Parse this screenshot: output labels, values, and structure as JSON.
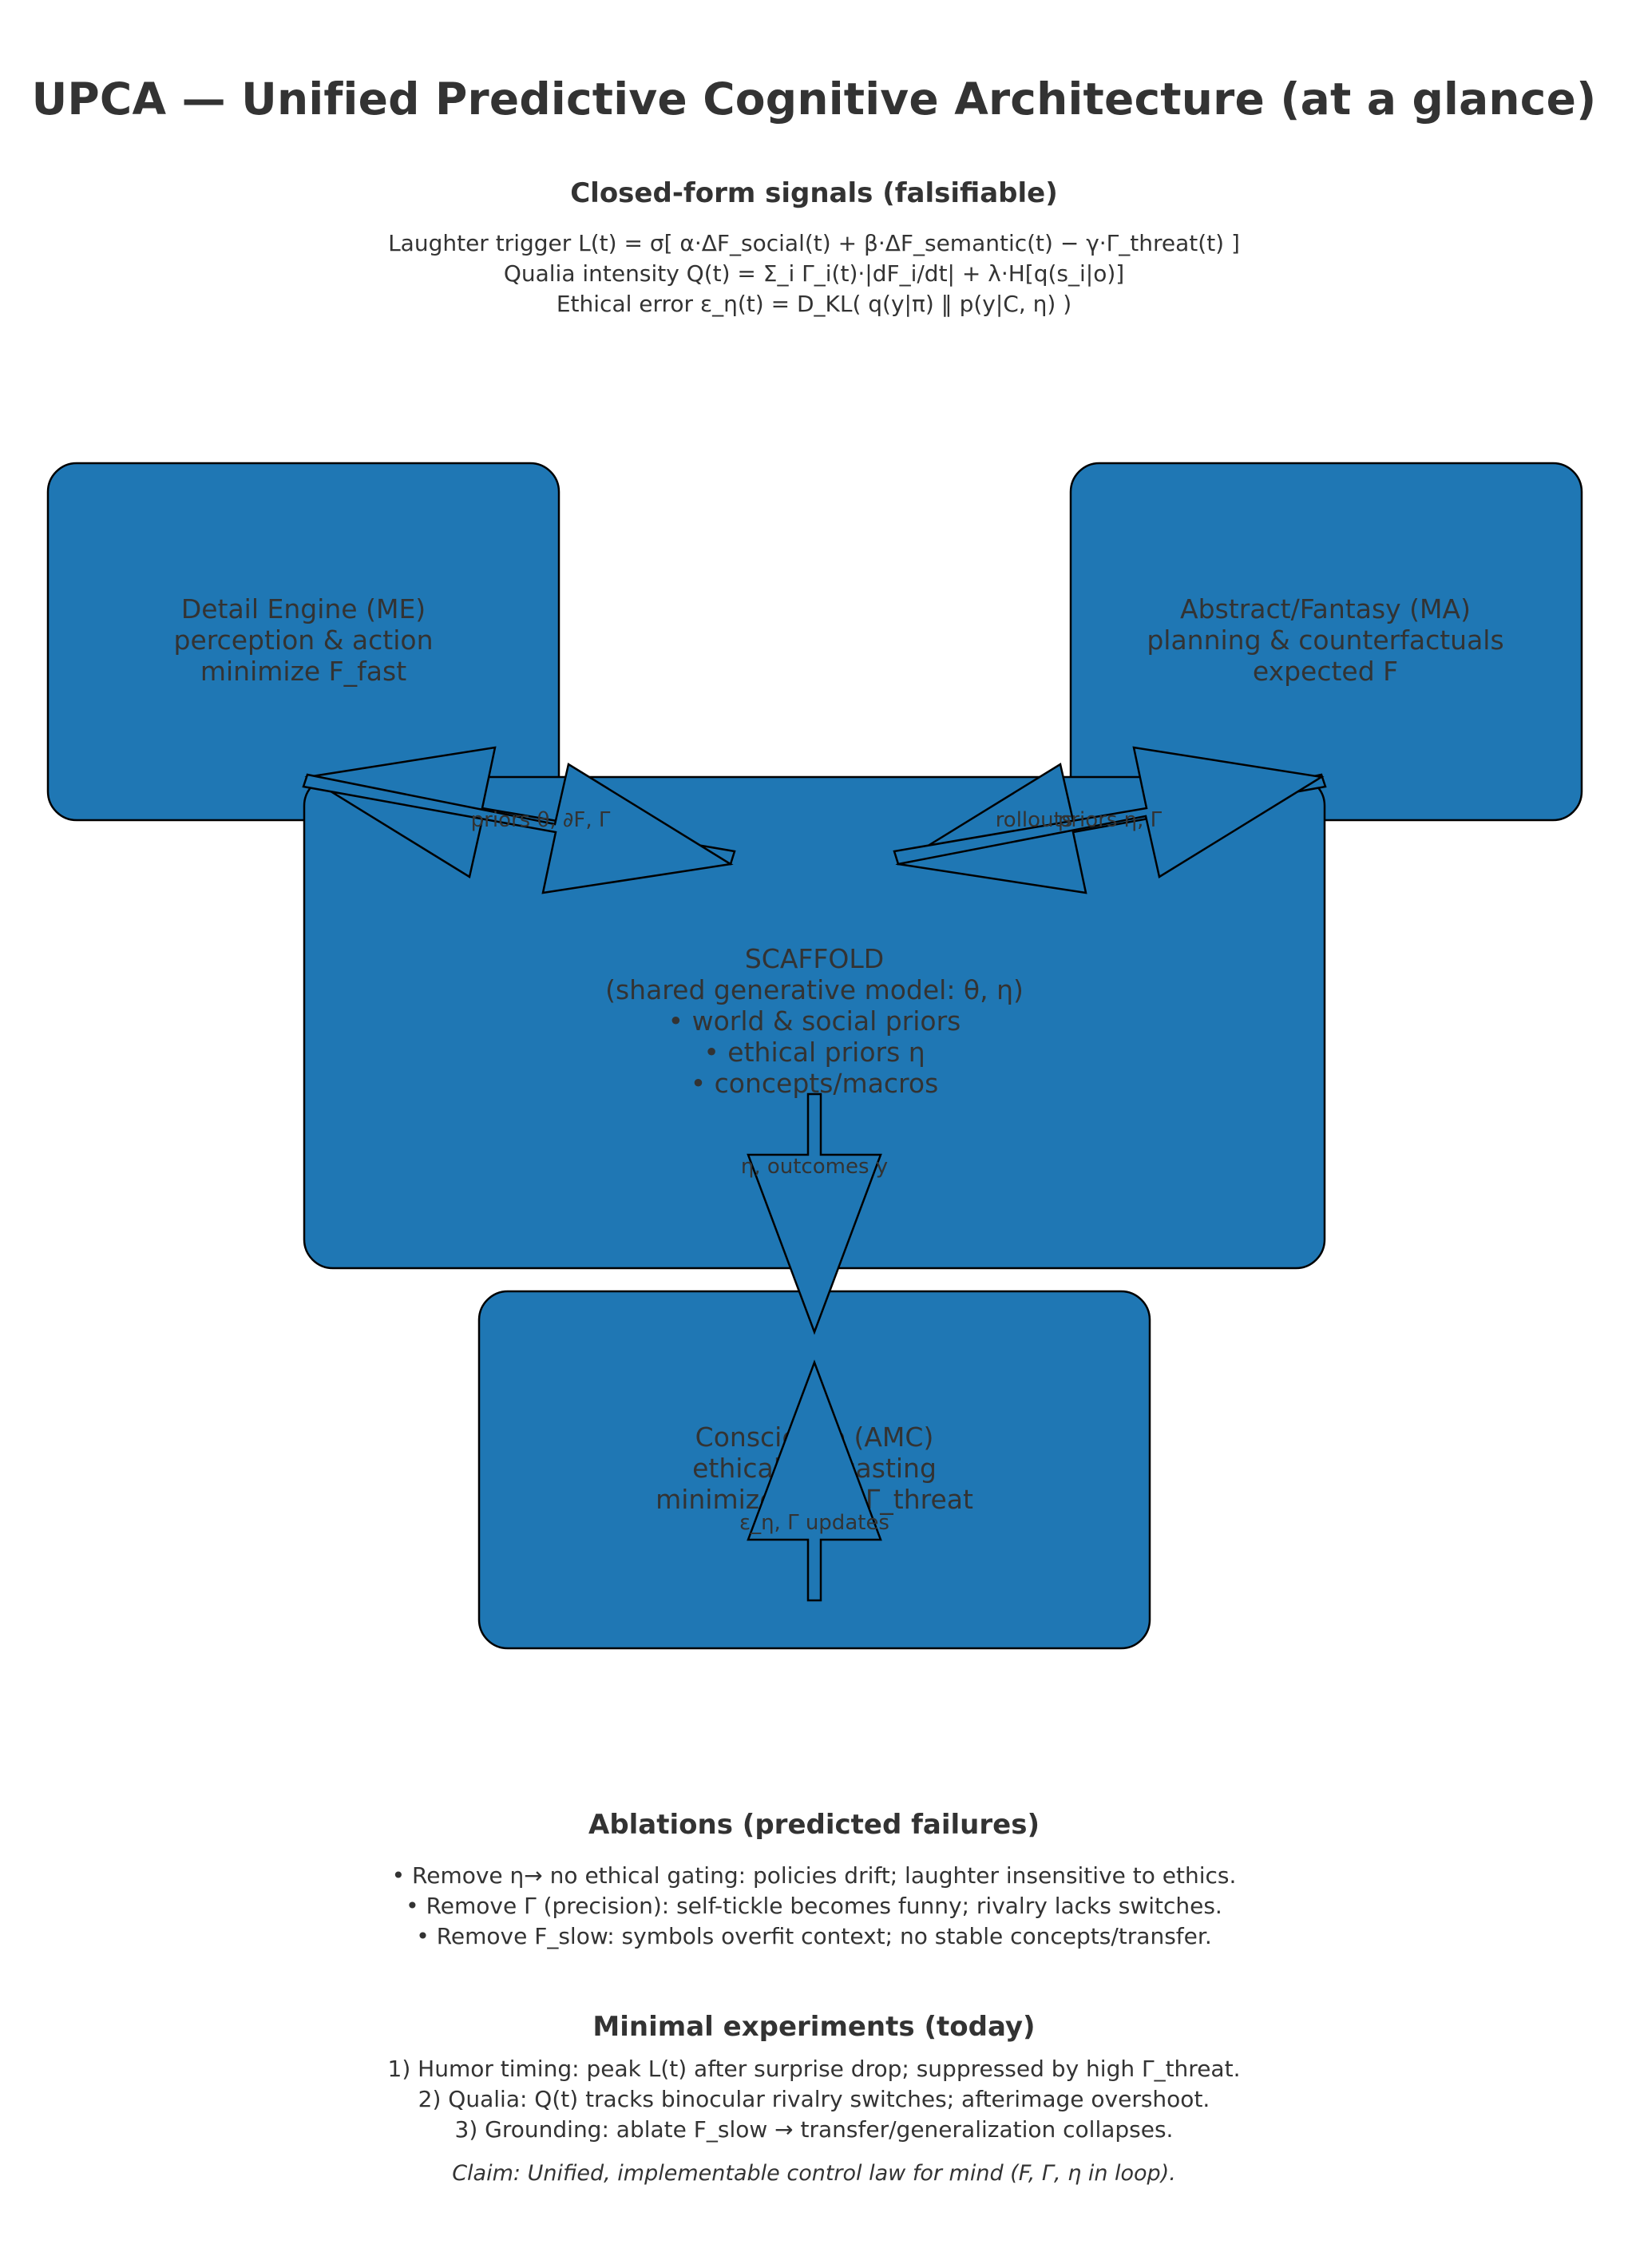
{
  "title": "UPCA — Unified Predictive Cognitive Architecture (at a glance)",
  "signals": {
    "heading": "Closed-form signals (falsifiable)",
    "lines": [
      "Laughter trigger L(t) = σ[ α·ΔF_social(t) + β·ΔF_semantic(t) − γ·Γ_threat(t) ]",
      "Qualia intensity Q(t) = Σ_i Γ_i(t)·|dF_i/dt| + λ·H[q(s_i|o)]",
      "Ethical error ε_η(t) = D_KL( q(y|π) ‖ p(y|C, η) )"
    ]
  },
  "boxes": {
    "me": [
      "Detail Engine (ME)",
      "perception & action",
      "minimize F_fast"
    ],
    "ma": [
      "Abstract/Fantasy (MA)",
      "planning & counterfactuals",
      "expected F"
    ],
    "scaffold": [
      "SCAFFOLD",
      "(shared generative model: θ, η)",
      "• world & social priors",
      "• ethical priors η",
      "• concepts/macros"
    ],
    "amc": [
      "Conscience (AMC)",
      "ethical forecasting",
      "minimize ε_η & Γ_threat"
    ]
  },
  "arrow_labels": {
    "me_scaffold": "priors θ, ∂F, Γ",
    "ma_rollouts": "rollouts",
    "ma_priors": "priors η, Γ",
    "scaffold_amc": "η, outcomes y",
    "amc_scaffold": "ε_η, Γ updates"
  },
  "colors": {
    "box_fill": "#1f77b4",
    "box_stroke": "#000000",
    "text": "#333333"
  },
  "ablations": {
    "heading": "Ablations (predicted failures)",
    "lines": [
      "• Remove η→ no ethical gating: policies drift; laughter insensitive to ethics.",
      "• Remove Γ (precision): self-tickle becomes funny; rivalry lacks switches.",
      "• Remove F_slow: symbols overfit context; no stable concepts/transfer."
    ]
  },
  "experiments": {
    "heading": "Minimal experiments (today)",
    "lines": [
      "1) Humor timing: peak L(t) after surprise drop; suppressed by high Γ_threat.",
      "2) Qualia: Q(t) tracks binocular rivalry switches; afterimage overshoot.",
      "3) Grounding: ablate F_slow → transfer/generalization collapses."
    ]
  },
  "claim": "Claim: Unified, implementable control law for mind (F, Γ, η in loop)."
}
